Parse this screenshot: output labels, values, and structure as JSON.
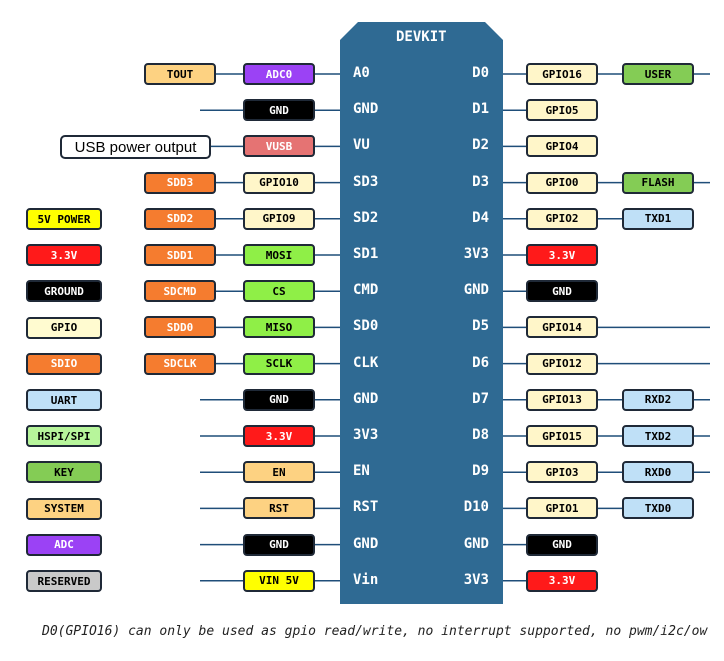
{
  "title": "DEVKIT",
  "colors": {
    "board": "#2f6a93",
    "line": "#1f4e79",
    "peach": "#fdd282",
    "purple": "#9b42f5",
    "black": "#000000",
    "salmon": "#e57373",
    "orange": "#f57c2f",
    "cream": "#fff6c9",
    "lime": "#8fef47",
    "green": "#84cc55",
    "lightblue": "#bfe0f7",
    "red": "#ff1a1a",
    "yellow": "#ffff00",
    "lightyellow": "#fffbd0",
    "gray": "#c9c9c9",
    "mint": "#b7f59b"
  },
  "left_pins": [
    {
      "label": "A0",
      "tags": [
        {
          "text": "ADC0",
          "color": "purple"
        },
        {
          "text": "TOUT",
          "color": "peach"
        }
      ]
    },
    {
      "label": "GND",
      "tags": [
        {
          "text": "GND",
          "color": "black"
        }
      ]
    },
    {
      "label": "VU",
      "tags": [
        {
          "text": "VUSB",
          "color": "salmon"
        }
      ]
    },
    {
      "label": "SD3",
      "tags": [
        {
          "text": "GPIO10",
          "color": "cream"
        },
        {
          "text": "SDD3",
          "color": "orange"
        }
      ]
    },
    {
      "label": "SD2",
      "tags": [
        {
          "text": "GPIO9",
          "color": "cream"
        },
        {
          "text": "SDD2",
          "color": "orange"
        }
      ]
    },
    {
      "label": "SD1",
      "tags": [
        {
          "text": "MOSI",
          "color": "lime"
        },
        {
          "text": "SDD1",
          "color": "orange"
        }
      ]
    },
    {
      "label": "CMD",
      "tags": [
        {
          "text": "CS",
          "color": "lime"
        },
        {
          "text": "SDCMD",
          "color": "orange"
        }
      ]
    },
    {
      "label": "SD0",
      "tags": [
        {
          "text": "MISO",
          "color": "lime"
        },
        {
          "text": "SDD0",
          "color": "orange"
        }
      ]
    },
    {
      "label": "CLK",
      "tags": [
        {
          "text": "SCLK",
          "color": "lime"
        },
        {
          "text": "SDCLK",
          "color": "orange"
        }
      ]
    },
    {
      "label": "GND",
      "tags": [
        {
          "text": "GND",
          "color": "black"
        }
      ]
    },
    {
      "label": "3V3",
      "tags": [
        {
          "text": "3.3V",
          "color": "red"
        }
      ]
    },
    {
      "label": "EN",
      "tags": [
        {
          "text": "EN",
          "color": "peach"
        }
      ]
    },
    {
      "label": "RST",
      "tags": [
        {
          "text": "RST",
          "color": "peach"
        }
      ]
    },
    {
      "label": "GND",
      "tags": [
        {
          "text": "GND",
          "color": "black"
        }
      ]
    },
    {
      "label": "Vin",
      "tags": [
        {
          "text": "VIN 5V",
          "color": "yellow"
        }
      ]
    }
  ],
  "right_pins": [
    {
      "label": "D0",
      "tags": [
        {
          "text": "GPIO16",
          "color": "cream"
        },
        {
          "text": "USER",
          "color": "green"
        }
      ],
      "line": true
    },
    {
      "label": "D1",
      "tags": [
        {
          "text": "GPIO5",
          "color": "cream"
        }
      ],
      "line": false
    },
    {
      "label": "D2",
      "tags": [
        {
          "text": "GPIO4",
          "color": "cream"
        }
      ],
      "line": false
    },
    {
      "label": "D3",
      "tags": [
        {
          "text": "GPIO0",
          "color": "cream"
        },
        {
          "text": "FLASH",
          "color": "green"
        }
      ],
      "line": true
    },
    {
      "label": "D4",
      "tags": [
        {
          "text": "GPIO2",
          "color": "cream"
        },
        {
          "text": "TXD1",
          "color": "lightblue"
        }
      ],
      "line": false
    },
    {
      "label": "3V3",
      "tags": [
        {
          "text": "3.3V",
          "color": "red"
        }
      ],
      "line": false
    },
    {
      "label": "GND",
      "tags": [
        {
          "text": "GND",
          "color": "black"
        }
      ],
      "line": false
    },
    {
      "label": "D5",
      "tags": [
        {
          "text": "GPIO14",
          "color": "cream"
        }
      ],
      "line": true
    },
    {
      "label": "D6",
      "tags": [
        {
          "text": "GPIO12",
          "color": "cream"
        }
      ],
      "line": true
    },
    {
      "label": "D7",
      "tags": [
        {
          "text": "GPIO13",
          "color": "cream"
        },
        {
          "text": "RXD2",
          "color": "lightblue"
        }
      ],
      "line": true
    },
    {
      "label": "D8",
      "tags": [
        {
          "text": "GPIO15",
          "color": "cream"
        },
        {
          "text": "TXD2",
          "color": "lightblue"
        }
      ],
      "line": true
    },
    {
      "label": "D9",
      "tags": [
        {
          "text": "GPIO3",
          "color": "cream"
        },
        {
          "text": "RXD0",
          "color": "lightblue"
        }
      ],
      "line": true
    },
    {
      "label": "D10",
      "tags": [
        {
          "text": "GPIO1",
          "color": "cream"
        },
        {
          "text": "TXD0",
          "color": "lightblue"
        }
      ],
      "line": false
    },
    {
      "label": "GND",
      "tags": [
        {
          "text": "GND",
          "color": "black"
        }
      ],
      "line": false
    },
    {
      "label": "3V3",
      "tags": [
        {
          "text": "3.3V",
          "color": "red"
        }
      ],
      "line": false
    }
  ],
  "legend": [
    {
      "text": "5V POWER",
      "color": "yellow"
    },
    {
      "text": "3.3V",
      "color": "red"
    },
    {
      "text": "GROUND",
      "color": "black"
    },
    {
      "text": "GPIO",
      "color": "lightyellow"
    },
    {
      "text": "SDIO",
      "color": "orange"
    },
    {
      "text": "UART",
      "color": "lightblue"
    },
    {
      "text": "HSPI/SPI",
      "color": "mint"
    },
    {
      "text": "KEY",
      "color": "green"
    },
    {
      "text": "SYSTEM",
      "color": "peach"
    },
    {
      "text": "ADC",
      "color": "purple"
    },
    {
      "text": "RESERVED",
      "color": "gray"
    }
  ],
  "usb_note": "USB power output",
  "footnote": "D0(GPIO16) can only be used as gpio read/write, no interrupt supported, no pwm/i2c/ow"
}
